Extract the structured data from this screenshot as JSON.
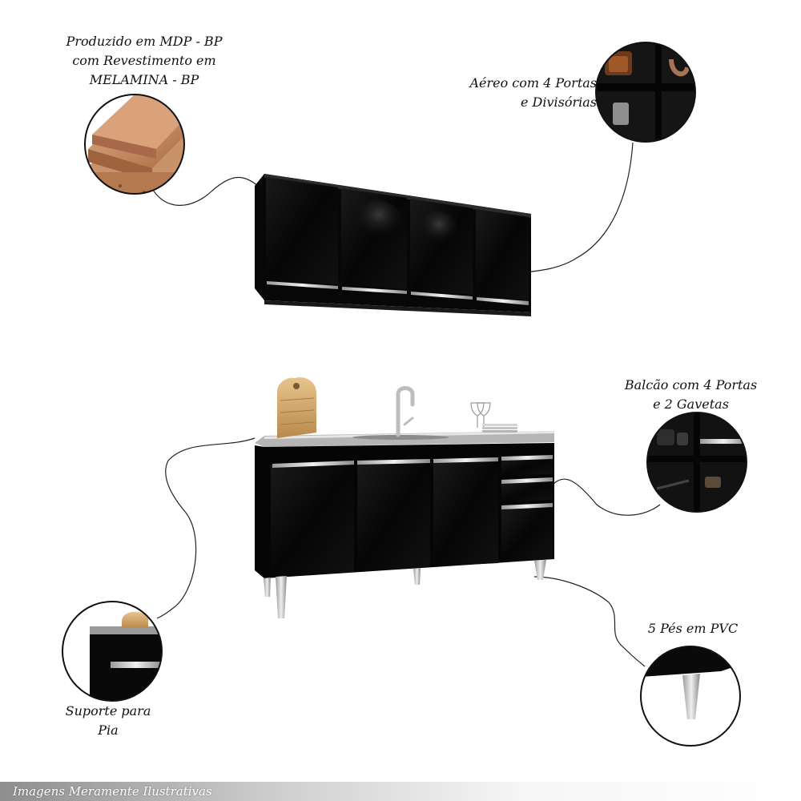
{
  "callouts": {
    "mdp": {
      "lines": [
        "Produzido em MDP - BP",
        "com Revestimento em",
        "MELAMINA - BP"
      ],
      "icon": "mdp-board-detail"
    },
    "aereo": {
      "lines": [
        "Aéreo com 4 Portas",
        "e Divisórias"
      ],
      "icon": "shelf-interior-detail"
    },
    "balcao": {
      "lines": [
        "Balcão com 4 Portas",
        "e 2 Gavetas"
      ],
      "icon": "counter-interior-detail"
    },
    "pes": {
      "lines": [
        "5 Pés em PVC"
      ],
      "icon": "pvc-foot-detail"
    },
    "suporte": {
      "lines": [
        "Suporte para",
        "Pia"
      ],
      "icon": "sink-support-detail"
    }
  },
  "footer": {
    "text": "Imagens Meramente Ilustrativas"
  },
  "colors": {
    "cabinet": "#0d0d0d",
    "handle": "#c8c8c8",
    "wood": "#c68a5a",
    "footer_start": "#8e8e8e"
  }
}
